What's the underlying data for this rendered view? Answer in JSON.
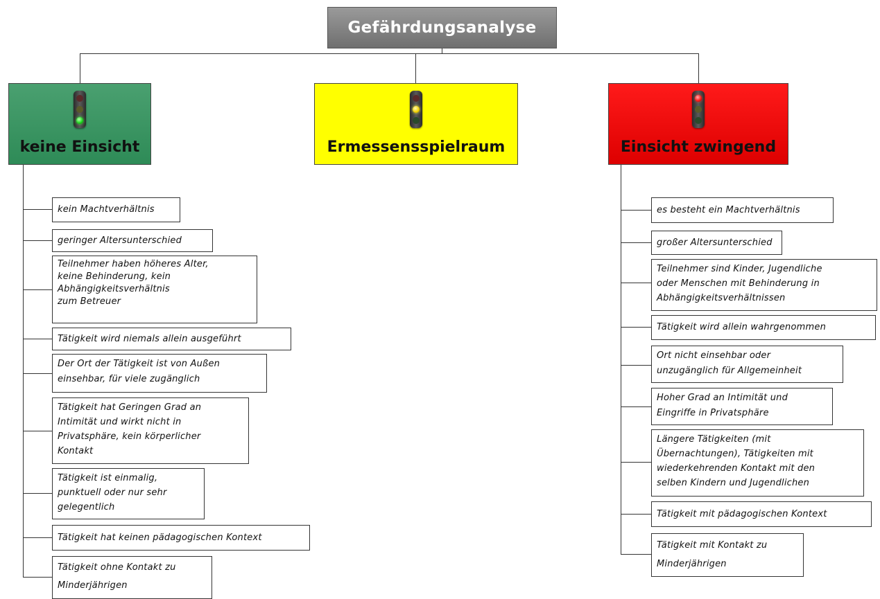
{
  "root": {
    "title": "Gefährdungsanalyse"
  },
  "branches": [
    {
      "label": "keine Einsicht",
      "color": "#2e8b57",
      "active_light": "green",
      "items": [
        "kein Machtverhältnis",
        "geringer Altersunterschied",
        "Teilnehmer haben höheres Alter,\nkeine Behinderung, kein\nAbhängigkeitsverhältnis\nzum Betreuer",
        "Tätigkeit wird niemals allein ausgeführt",
        "Der Ort der Tätigkeit ist von Außen\neinsehbar, für viele zugänglich",
        "Tätigkeit hat Geringen Grad an\nIntimität und wirkt nicht in\nPrivatsphäre, kein körperlicher\nKontakt",
        "Tätigkeit ist einmalig,\npunktuell oder nur sehr\ngelegentlich",
        "Tätigkeit hat keinen pädagogischen Kontext",
        "Tätigkeit ohne Kontakt zu\nMinderjährigen"
      ]
    },
    {
      "label": "Ermessensspielraum",
      "color": "#ffff00",
      "active_light": "yellow",
      "items": []
    },
    {
      "label": "Einsicht zwingend",
      "color": "#ee0000",
      "active_light": "red",
      "items": [
        "es besteht ein Machtverhältnis",
        "großer Altersunterschied",
        "Teilnehmer sind Kinder, Jugendliche\noder Menschen mit Behinderung in\nAbhängigkeitsverhältnissen",
        "Tätigkeit wird allein wahrgenommen",
        "Ort nicht einsehbar oder\nunzugänglich für Allgemeinheit",
        "Hoher Grad an Intimität und\nEingriffe in Privatsphäre",
        "Längere Tätigkeiten (mit\nÜbernachtungen), Tätigkeiten mit\nwiederkehrenden Kontakt mit den\nselben Kindern und Jugendlichen",
        "Tätigkeit mit pädagogischen Kontext",
        "Tätigkeit mit Kontakt zu\nMinderjährigen"
      ]
    }
  ]
}
